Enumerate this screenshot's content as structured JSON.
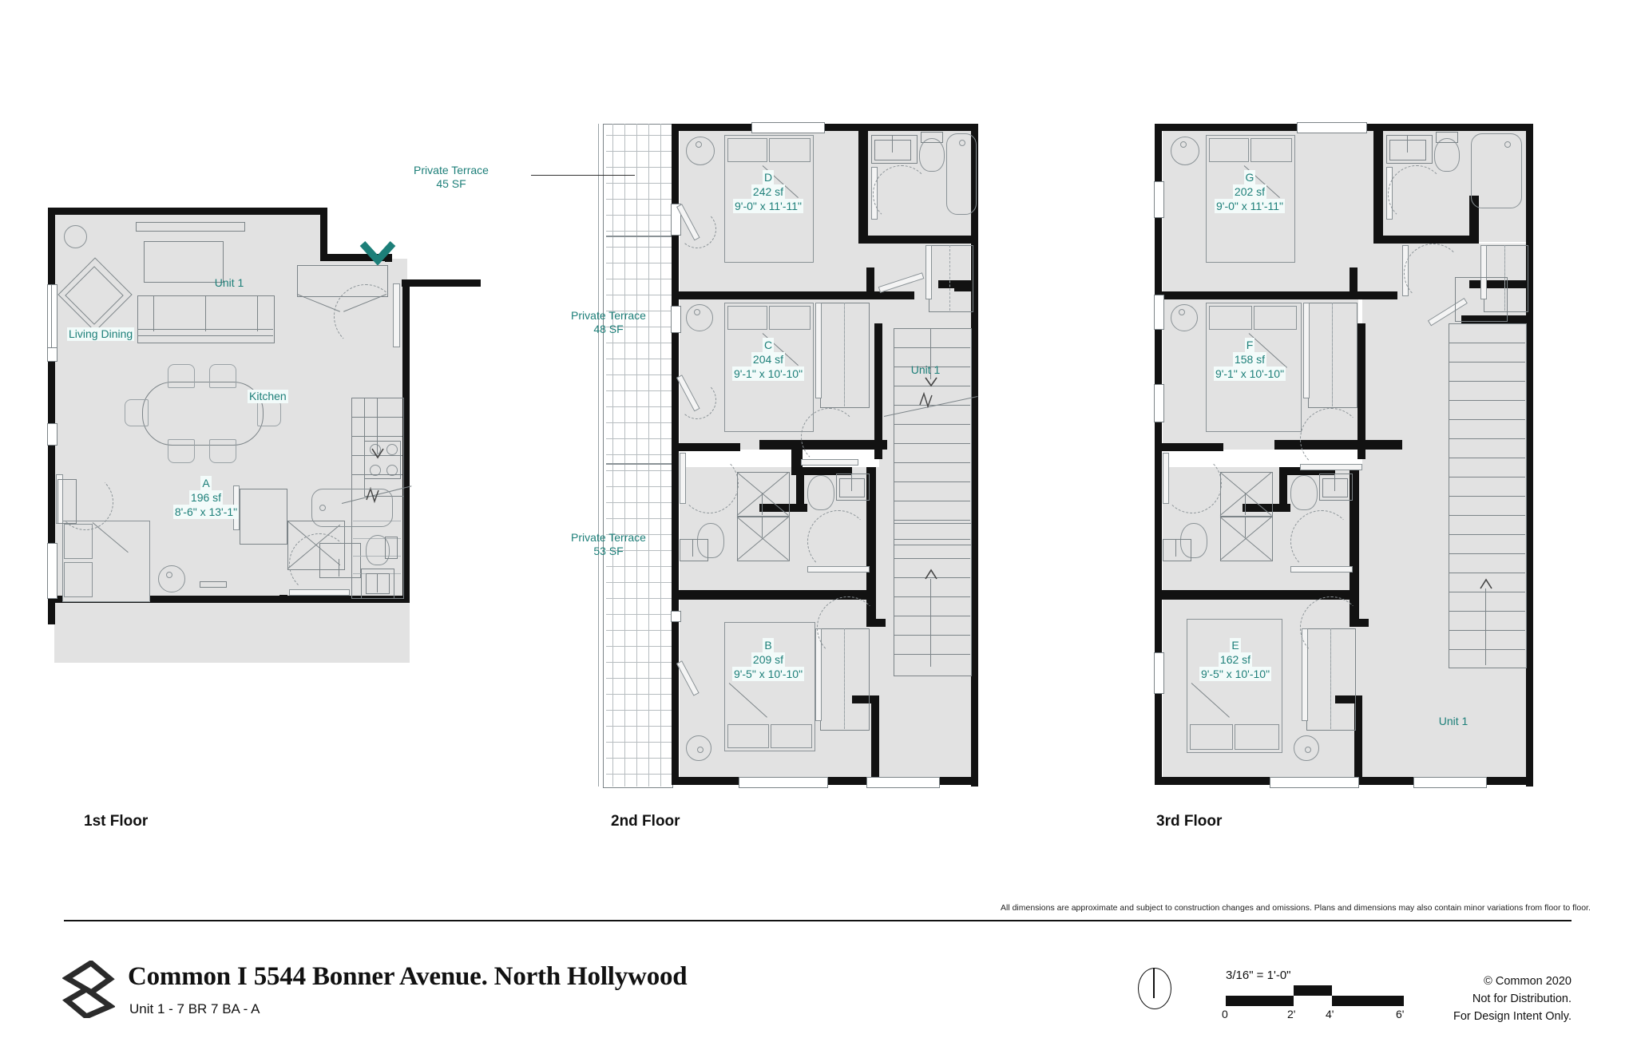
{
  "document": {
    "title": "Common I 5544 Bonner Avenue. North Hollywood",
    "subtitle": "Unit 1 - 7 BR 7 BA - A",
    "disclaimer": "All dimensions are approximate and subject to construction changes and omissions. Plans and dimensions may also contain minor variations from floor to floor.",
    "logo_name": "common-logo",
    "copyright": [
      "© Common 2020",
      "Not for Distribution.",
      "For Design Intent Only."
    ],
    "accent_color": "#1d7f79",
    "wall_color": "#121212",
    "fill_color": "#e2e2e2"
  },
  "scale": {
    "caption": "3/16\" = 1'-0\"",
    "ticks": [
      "0",
      "2'",
      "4'",
      "6'"
    ],
    "compass_name": "north-arrow"
  },
  "floors": [
    {
      "caption": "1st Floor",
      "unit_label": "Unit 1",
      "space_labels": [
        "Living Dining",
        "Kitchen"
      ],
      "rooms": [
        {
          "id": "A",
          "area": "196 sf",
          "dims": "8'-6\" x 13'-1\""
        }
      ],
      "terraces": [
        {
          "name": "Private Terrace",
          "area": "45 SF"
        }
      ]
    },
    {
      "caption": "2nd Floor",
      "unit_label": "Unit 1",
      "space_labels": [],
      "rooms": [
        {
          "id": "D",
          "area": "242 sf",
          "dims": "9'-0\" x 11'-11\""
        },
        {
          "id": "C",
          "area": "204 sf",
          "dims": "9'-1\" x 10'-10\""
        },
        {
          "id": "B",
          "area": "209 sf",
          "dims": "9'-5\" x 10'-10\""
        }
      ],
      "terraces": [
        {
          "name": "Private Terrace",
          "area": "48 SF"
        },
        {
          "name": "Private Terrace",
          "area": "53 SF"
        }
      ]
    },
    {
      "caption": "3rd Floor",
      "unit_label": "Unit 1",
      "space_labels": [],
      "rooms": [
        {
          "id": "G",
          "area": "202 sf",
          "dims": "9'-0\" x 11'-11\""
        },
        {
          "id": "F",
          "area": "158 sf",
          "dims": "9'-1\" x 10'-10\""
        },
        {
          "id": "E",
          "area": "162 sf",
          "dims": "9'-5\" x 10'-10\""
        }
      ],
      "terraces": []
    }
  ]
}
